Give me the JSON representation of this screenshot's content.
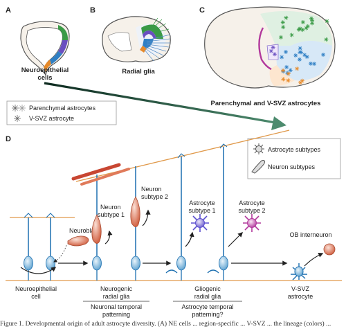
{
  "panels": {
    "a": {
      "letter": "A",
      "label_line1": "Neuroepithelial",
      "label_line2": "cells"
    },
    "b": {
      "letter": "B",
      "label": "Radial glia"
    },
    "c": {
      "letter": "C",
      "label": "Parenchymal and V-SVZ astrocytes"
    },
    "d": {
      "letter": "D"
    }
  },
  "legend_top": {
    "parenchymal": "Parenchymal astrocytes",
    "vsvz": "V-SVZ astrocyte"
  },
  "legend_right": {
    "astro": "Astrocyte subtypes",
    "neuron": "Neuron subtypes"
  },
  "diagram_labels": {
    "neuroblast": "Neuroblast",
    "neuron1_l1": "Neuron",
    "neuron1_l2": "subtype 1",
    "neuron2_l1": "Neuron",
    "neuron2_l2": "subtype 2",
    "astro1_l1": "Astrocyte",
    "astro1_l2": "subtype 1",
    "astro2_l1": "Astrocyte",
    "astro2_l2": "subtype 2",
    "ob": "OB interneuron"
  },
  "bottom_labels": {
    "ne_l1": "Neuroepithelial",
    "ne_l2": "cell",
    "ng_l1": "Neurogenic",
    "ng_l2": "radial glia",
    "ntp_l1": "Neuronal temporal",
    "ntp_l2": "patterning",
    "gg_l1": "Gliogenic",
    "gg_l2": "radial glia",
    "atp_l1": "Astrocyte temporal",
    "atp_l2": "patterning?",
    "vs_l1": "V-SVZ",
    "vs_l2": "astrocyte"
  },
  "caption": "Figure 1. Developmental origin of adult astrocyte diversity. (A) NE cells ... region-specific ... V-SVZ ... the lineage (colors) ..."
}
